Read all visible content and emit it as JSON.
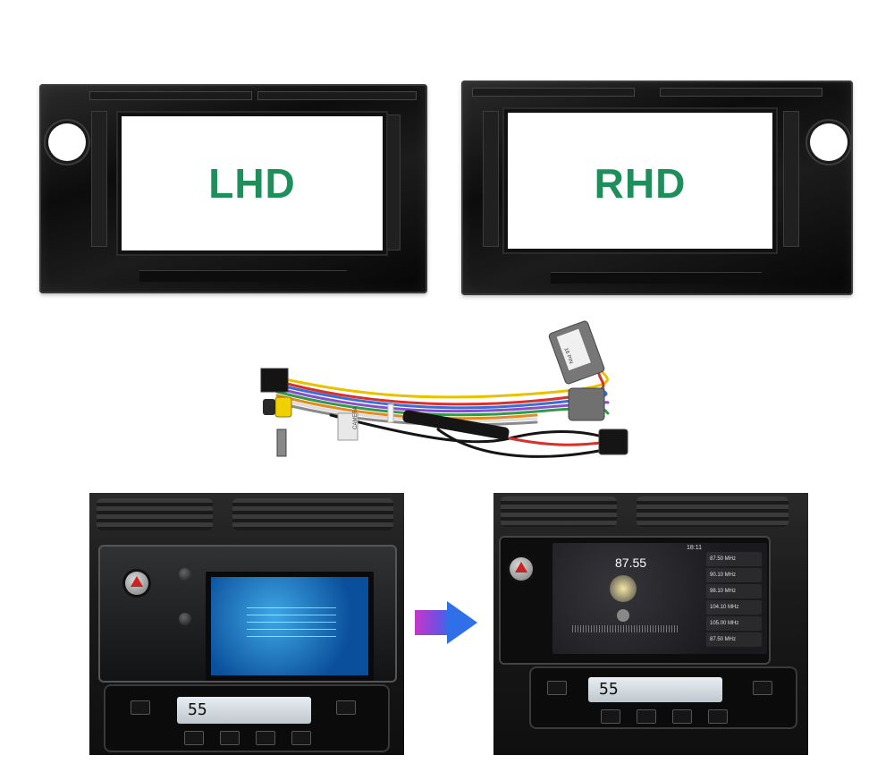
{
  "frames": {
    "left_label": "LHD",
    "right_label": "RHD",
    "label_color": "#1e8f5a"
  },
  "harness": {
    "connector_label": "CAMERA",
    "plug_sticker": "16 PIN"
  },
  "before_photo": {
    "climate_temp": "55"
  },
  "after_photo": {
    "frequency": "87.55",
    "status_time": "18:11",
    "climate_temp": "55",
    "stations": [
      "87.50 MHz",
      "90.10 MHz",
      "98.10 MHz",
      "104.10 MHz",
      "105.00 MHz",
      "87.50 MHz"
    ]
  },
  "arrow": {
    "colors": [
      "#c637c8",
      "#2f6fe8"
    ]
  }
}
